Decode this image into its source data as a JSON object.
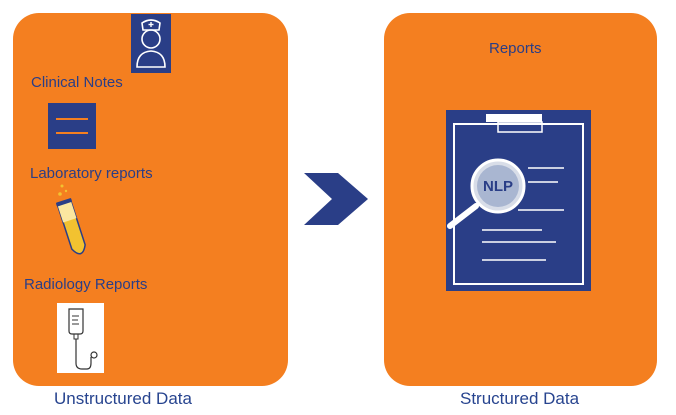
{
  "unstructured": {
    "caption": "Unstructured Data",
    "items": [
      {
        "label": "Clinical Notes",
        "icon": "nurse-icon"
      },
      {
        "label": "Laboratory reports",
        "icon": "document-lines-icon"
      },
      {
        "label": "Radiology Reports",
        "icon": "test-tube-icon"
      }
    ],
    "extra_icon": "iv-drip-icon"
  },
  "structured": {
    "caption": "Structured Data",
    "title": "Reports",
    "clipboard_badge": "NLP",
    "icon": "clipboard-magnifier-icon"
  },
  "arrow_icon": "chevron-right-icon",
  "colors": {
    "panel": "#f47f20",
    "navy": "#2a3e87",
    "caption": "#27448f",
    "tube_yellow": "#f2c230"
  }
}
